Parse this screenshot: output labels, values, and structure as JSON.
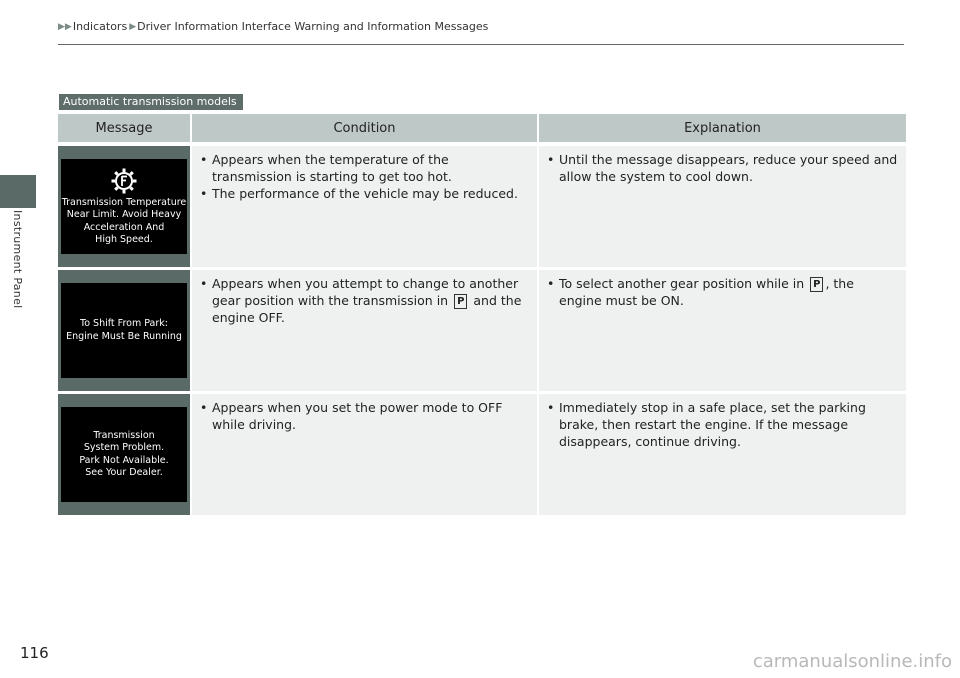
{
  "breadcrumb": {
    "section": "Indicators",
    "page": "Driver Information Interface Warning and Information Messages"
  },
  "side_label": "Instrument Panel",
  "model_label": "Automatic transmission models",
  "table": {
    "headers": [
      "Message",
      "Condition",
      "Explanation"
    ],
    "rows": [
      {
        "screen_icon": "transmission-temperature-gear-icon",
        "screen_lines": [
          "Transmission Temperature",
          "Near Limit. Avoid Heavy",
          "Acceleration And",
          "High Speed."
        ],
        "condition": [
          "Appears when the temperature of the transmission is starting to get too hot.",
          "The performance of the vehicle may be reduced."
        ],
        "explanation": [
          "Until the message disappears, reduce your speed and allow the system to cool down."
        ]
      },
      {
        "screen_lines": [
          "To Shift From Park:",
          "Engine Must Be Running"
        ],
        "condition": [
          {
            "before": "Appears when you attempt to change to another gear position with the transmission in ",
            "gear": "P",
            "after": " and the engine OFF."
          }
        ],
        "explanation": [
          {
            "before": "To select another gear position while in ",
            "gear": "P",
            "after": ", the engine must be ON."
          }
        ]
      },
      {
        "screen_lines": [
          "Transmission",
          "System Problem.",
          "Park Not Available.",
          "See Your Dealer."
        ],
        "condition": [
          "Appears when you set the power mode to OFF while driving."
        ],
        "explanation": [
          "Immediately stop in a safe place, set the parking brake, then restart the engine. If the message disappears, continue driving."
        ]
      }
    ]
  },
  "page_number": "116",
  "watermark": "carmanualsonline.info",
  "colors": {
    "header_bg": "#bec8c6",
    "row_bg": "#eff1f0",
    "image_frame": "#5a6a66",
    "label_bg": "#5e6d6a"
  }
}
